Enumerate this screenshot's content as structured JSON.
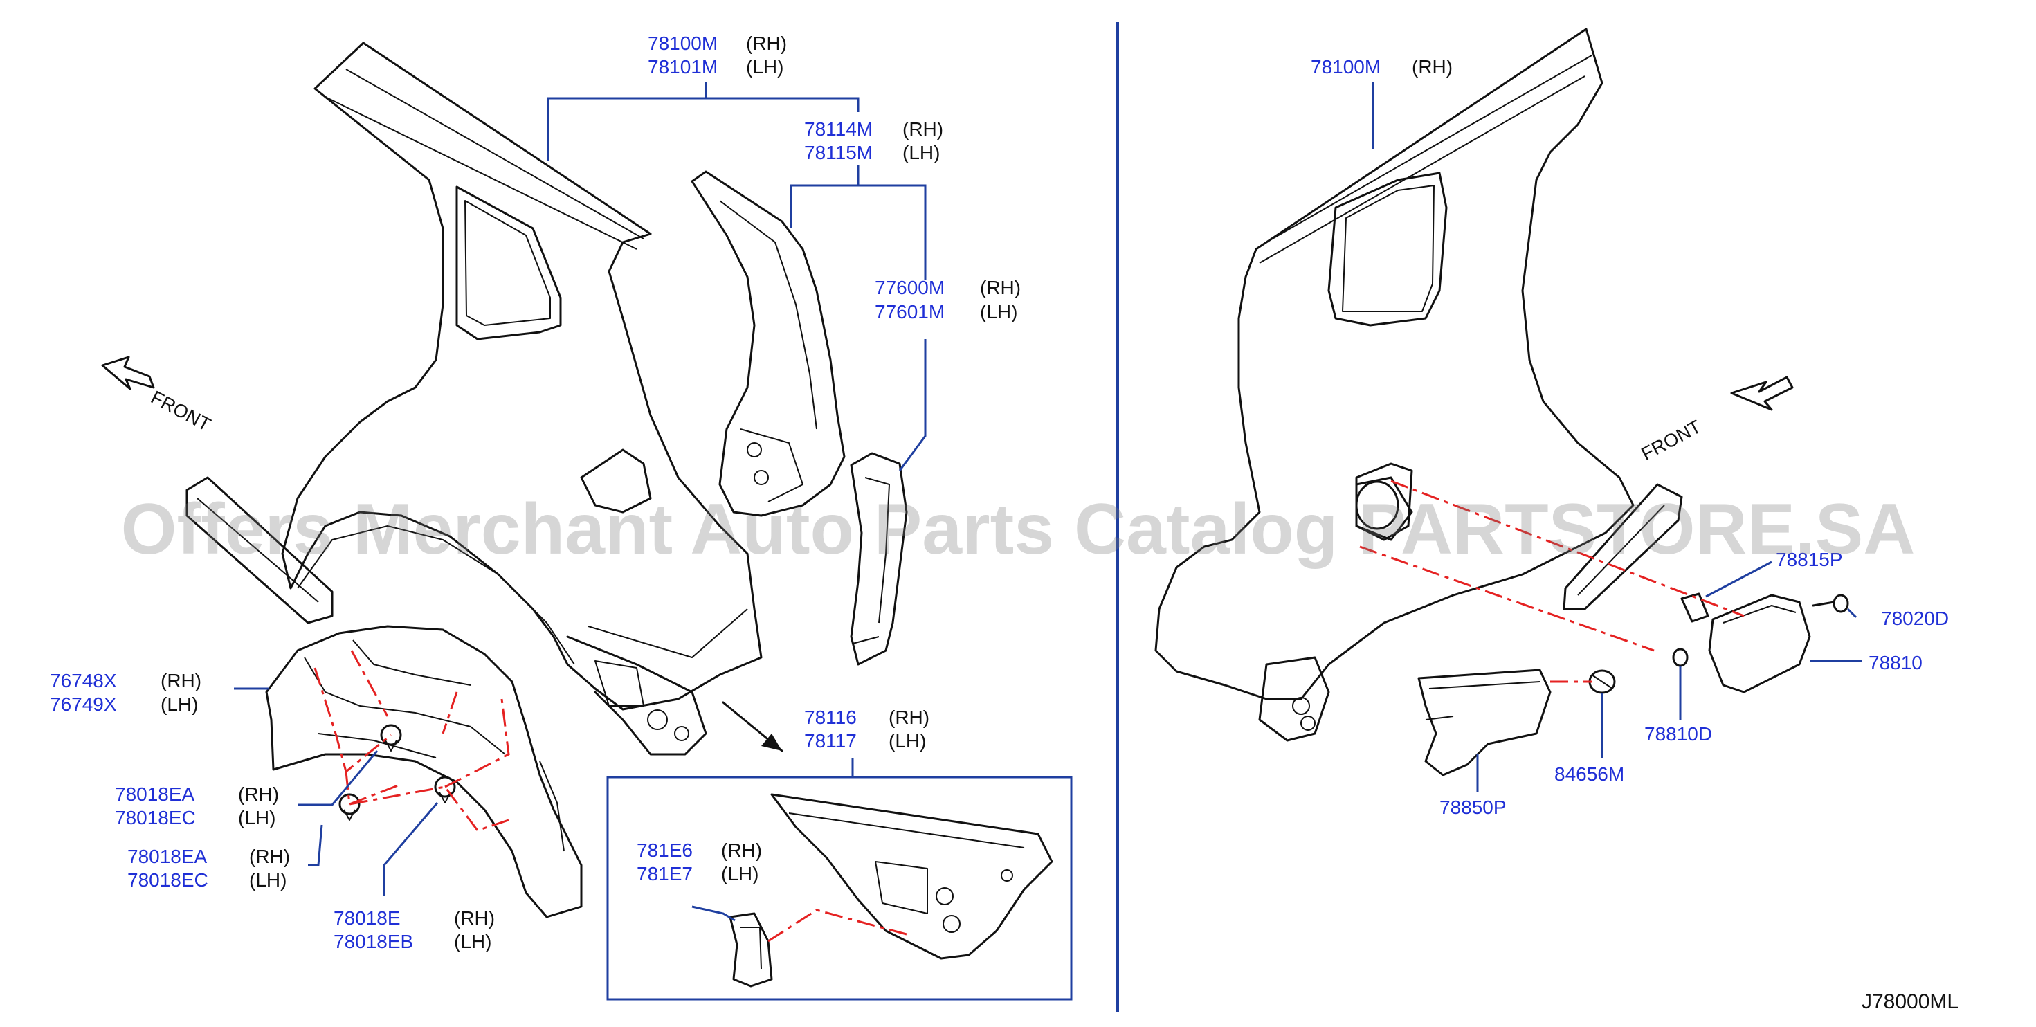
{
  "watermark": "Offers Merchant Auto Parts Catalog PARTSTORE.SA",
  "diagram_code": "J78000ML",
  "front_label": "FRONT",
  "labels": {
    "l78100m": "78100M",
    "l78101m": "78101M",
    "l78114m": "78114M",
    "l78115m": "78115M",
    "l77600m": "77600M",
    "l77601m": "77601M",
    "l76748x": "76748X",
    "l76749x": "76749X",
    "l78018ea_a": "78018EA",
    "l78018ec_a": "78018EC",
    "l78018ea_b": "78018EA",
    "l78018ec_b": "78018EC",
    "l78018e": "78018E",
    "l78018eb": "78018EB",
    "l78116": "78116",
    "l78117": "78117",
    "l781e6": "781E6",
    "l781e7": "781E7",
    "r78100m": "78100M",
    "r78815p": "78815P",
    "r78020d": "78020D",
    "r78810": "78810",
    "r78810d": "78810D",
    "r84656m": "84656M",
    "r78850p": "78850P"
  },
  "sides": {
    "rh": "(RH)",
    "lh": "(LH)"
  },
  "colors": {
    "label": "#1f2fd6",
    "leader": "#1f3fa0",
    "phantom": "#e52222",
    "ink": "#111111"
  }
}
